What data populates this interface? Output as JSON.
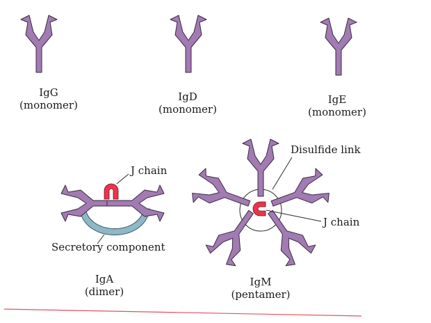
{
  "colors": {
    "antibody": "#a17bb1",
    "antibody_stroke": "#3a2a45",
    "j_chain": "#e8364c",
    "secretory": "#8fb7c6",
    "line": "#2a2a2a",
    "baseline": "#e4505f"
  },
  "monomers": [
    {
      "name": "IgG",
      "type": "(monomer)"
    },
    {
      "name": "IgD",
      "type": "(monomer)"
    },
    {
      "name": "IgE",
      "type": "(monomer)"
    }
  ],
  "iga": {
    "name": "IgA",
    "type": "(dimer)",
    "j_chain_label": "J chain",
    "secretory_label": "Secretory component"
  },
  "igm": {
    "name": "IgM",
    "type": "(pentamer)",
    "disulfide_label": "Disulfide link",
    "j_chain_label": "J chain"
  }
}
